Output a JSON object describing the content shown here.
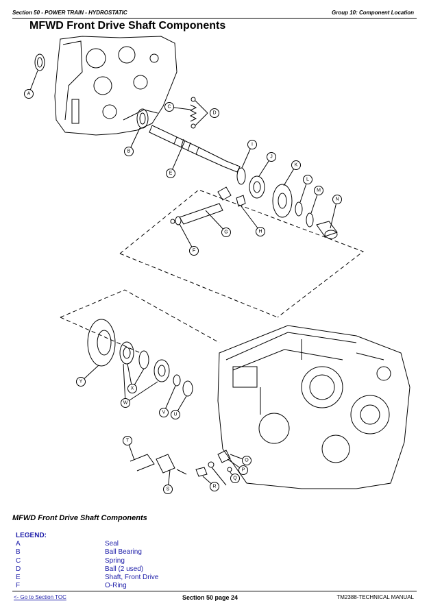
{
  "header": {
    "section": "Section 50 - POWER TRAIN - HYDROSTATIC",
    "group": "Group 10: Component Location"
  },
  "title": "MFWD Front Drive Shaft Components",
  "callouts": [
    "A",
    "B",
    "C",
    "D",
    "E",
    "F",
    "G",
    "H",
    "I",
    "J",
    "K",
    "L",
    "M",
    "N",
    "O",
    "P",
    "Q",
    "R",
    "S",
    "T",
    "U",
    "V",
    "W",
    "X",
    "Y"
  ],
  "caption": "MFWD Front Drive Shaft Components",
  "legend": {
    "title": "LEGEND:",
    "items": [
      {
        "key": "A",
        "value": "Seal"
      },
      {
        "key": "B",
        "value": "Ball Bearing"
      },
      {
        "key": "C",
        "value": "Spring"
      },
      {
        "key": "D",
        "value": "Ball (2 used)"
      },
      {
        "key": "E",
        "value": "Shaft, Front Drive"
      },
      {
        "key": "F",
        "value": "O-Ring"
      }
    ]
  },
  "footer": {
    "toc_link": "<- Go to Section TOC",
    "page": "Section 50 page 24",
    "manual": "TM2388-TECHNICAL MANUAL"
  }
}
